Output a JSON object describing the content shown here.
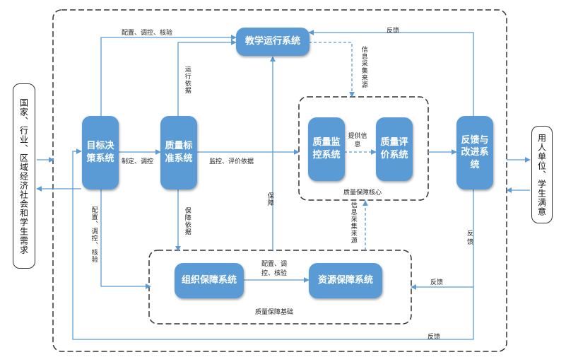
{
  "nodes": {
    "left_input": "国家、行业、区域经济社会和学生需求",
    "right_input": "用人单位、学生满意",
    "goal": "目标决策系统",
    "standard": "质量标准系统",
    "teaching": "教学运行系统",
    "monitor": "质量监控系统",
    "evaluation": "质量评价系统",
    "feedback": "反馈与改进系统",
    "org": "组织保障系统",
    "resource": "资源保障系统"
  },
  "groups": {
    "core": "质量保障核心",
    "base": "质量保障基础"
  },
  "labels": {
    "config_top": "配置、调控、核验",
    "feedback_top": "反馈",
    "run_basis": "运行依据",
    "info_source_top": "信息采集来源",
    "make_control": "制定、调控",
    "monitor_basis": "监控、评价依据",
    "provide_info": "提供信息",
    "guarantee": "保障",
    "guarantee_basis": "保障依据",
    "config_left": "配置、调控、核验",
    "config_mid": "配置、调控、核验",
    "info_source_bottom": "信息采集来源",
    "feedback_right": "反馈",
    "feedback_base": "反馈",
    "feedback_bottom": "反馈"
  }
}
